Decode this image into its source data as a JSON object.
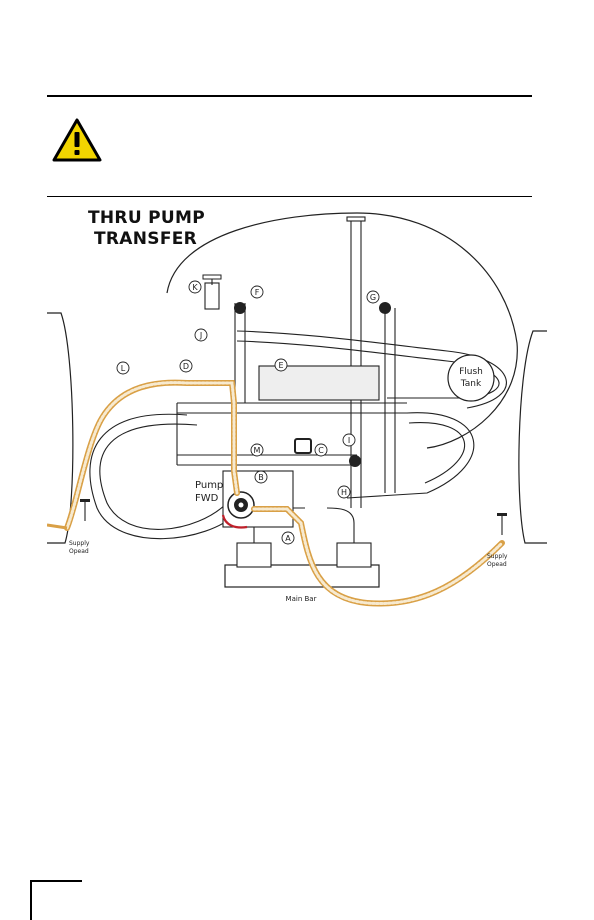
{
  "diagram": {
    "title_line1": "THRU PUMP",
    "title_line2": "TRANSFER",
    "valves": [
      "A",
      "B",
      "C",
      "D",
      "E",
      "F",
      "G",
      "H",
      "I",
      "J",
      "K",
      "L",
      "M"
    ],
    "pump_label_line1": "Pump",
    "pump_label_line2": "FWD",
    "flush_tank_line1": "Flush",
    "flush_tank_line2": "Tank",
    "supply_left_line1": "Supply",
    "supply_left_line2": "Opead",
    "supply_right_line1": "Supply",
    "supply_right_line2": "Opead",
    "main_bar": "Main Bar"
  },
  "colors": {
    "warning_yellow": "#f2d500",
    "flow_orange": "#d9a046",
    "flow_fill": "#f7ead0",
    "rotation_red": "#c0202a"
  },
  "icons": {
    "warning": "warning-triangle-icon"
  }
}
